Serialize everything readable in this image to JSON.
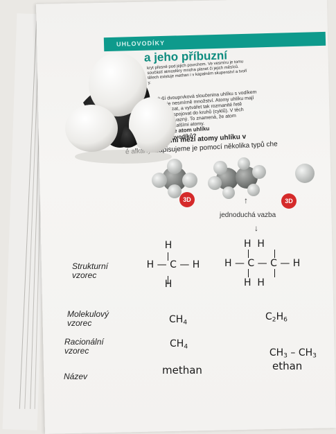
{
  "page": {
    "section_header": "UHLOVODÍKY",
    "title_fragment": "a jeho příbuzní",
    "intro_lines": [
      "kryt přesně pod jejich povrchem. Ve vesmíru je tomu",
      "součástí atmosféry mnoha planet či jejich měsíců.",
      "tělech existuje methan i v kapalném skupenství a tvoří",
      "y."
    ],
    "body_lines": [
      "oduší dvouprvková sloučenina uhlíku s vodíkem",
      "existuje nesmírně množství. Atomy uhlíku mají",
      "ajem vázat, a vytvářet tak rozmanité řetě",
      "vit nebo spojovat do kruhů (cyklů). V těch",
      "vždy čtyřvazný. To znamená, že atom",
      "vazby s dalšími atomy."
    ],
    "question_lines": [
      "e může atom uhlíku",
      "n uhlovodíků?"
    ],
    "statement_lines": [
      "uchými vazbami mezi atomy uhlíku v",
      "é alkany. Zapisujeme je pomocí několika typů che"
    ]
  },
  "diagram": {
    "badge_text": "3D",
    "annotation": "jednoduchá vazba",
    "rows": {
      "structural": "Strukturní vzorec",
      "molecular": "Molekulový vzorec",
      "rational": "Racionální vzorec",
      "name": "Název"
    },
    "methane": {
      "structural": {
        "top": "H",
        "middle": "H — C — H",
        "bottom": "H"
      },
      "molecular": {
        "base": "CH",
        "sub": "4"
      },
      "rational": {
        "base": "CH",
        "sub": "4"
      },
      "name": "methan"
    },
    "ethane": {
      "structural": {
        "top": "H  H",
        "middle": "H — C — C — H",
        "bottom": "H  H"
      },
      "molecular": {
        "c": "C",
        "c_sub": "2",
        "h": "H",
        "h_sub": "6"
      },
      "rational": {
        "left": "CH",
        "left_sub": "3",
        "dash": " – ",
        "right": "CH",
        "right_sub": "3"
      },
      "name": "ethan"
    }
  },
  "colors": {
    "accent": "#0e9a8c",
    "badge": "#d52a2a",
    "model_white": "#f3f2ef",
    "model_black": "#1b1b1b"
  }
}
